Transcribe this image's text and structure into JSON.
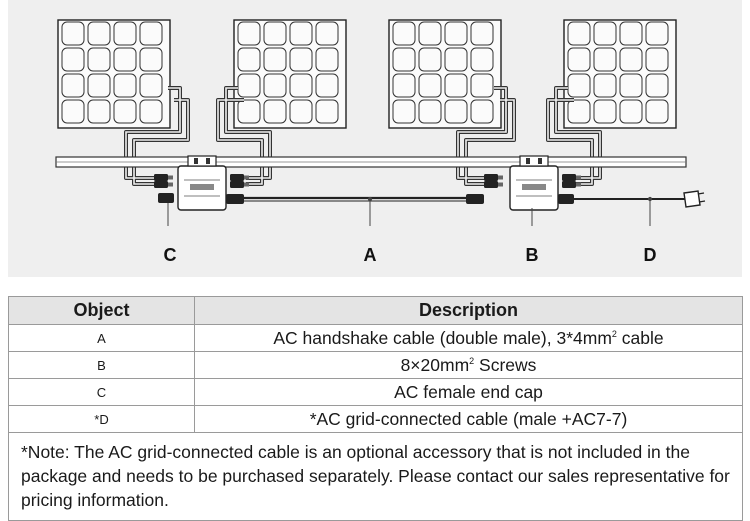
{
  "diagram": {
    "callouts": [
      "C",
      "A",
      "B",
      "D"
    ]
  },
  "table": {
    "headers": {
      "object": "Object",
      "description": "Description"
    },
    "rows": [
      {
        "object": "A",
        "description": "AC handshake cable (double male), 3*4mm",
        "sup": "2",
        "suffix": " cable"
      },
      {
        "object": "B",
        "description": "8×20mm",
        "sup": "2",
        "suffix": " Screws"
      },
      {
        "object": "C",
        "description": "AC female end cap",
        "sup": "",
        "suffix": ""
      },
      {
        "object": "*D",
        "description": "*AC grid-connected cable (male +AC7-7)",
        "sup": "",
        "suffix": ""
      }
    ],
    "note": "*Note: The AC grid-connected cable is an optional accessory that is not included in the package and needs to be purchased separately. Please contact our sales representative for pricing information."
  }
}
